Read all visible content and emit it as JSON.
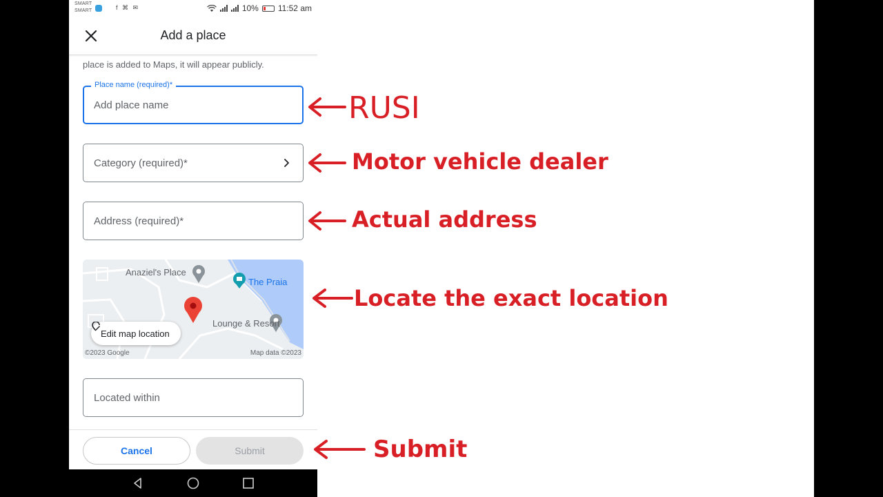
{
  "status_bar": {
    "carrier_line1": "SMART",
    "carrier_line2": "SMART",
    "notification_icons": "f ⌘ ✉",
    "battery_text": "10%",
    "time": "11:52 am"
  },
  "app_bar": {
    "title": "Add a place",
    "close_icon": "close-icon"
  },
  "intro_text": "place is added to Maps, it will appear publicly.",
  "form": {
    "place_name": {
      "label": "Place name (required)*",
      "placeholder": "Add place name",
      "value": ""
    },
    "category": {
      "placeholder": "Category (required)*",
      "icon": "chevron-right-icon"
    },
    "address": {
      "placeholder": "Address (required)*"
    },
    "located_within": {
      "placeholder": "Located within"
    }
  },
  "map": {
    "poi_1": "Anaziel's Place",
    "poi_2": "The Praia",
    "poi_3": "Lounge & Resort",
    "copyright_left": "©2023 Google",
    "copyright_right": "Map data ©2023",
    "edit_button": "Edit map location",
    "water_color": "#aecbfa",
    "pin_color": "#ea4335"
  },
  "actions": {
    "cancel": "Cancel",
    "submit": "Submit"
  },
  "annotations": {
    "place_name": "RUSI",
    "category": "Motor vehicle dealer",
    "address": "Actual address",
    "map": "Locate the exact location",
    "submit": "Submit",
    "color": "#d81f26"
  }
}
